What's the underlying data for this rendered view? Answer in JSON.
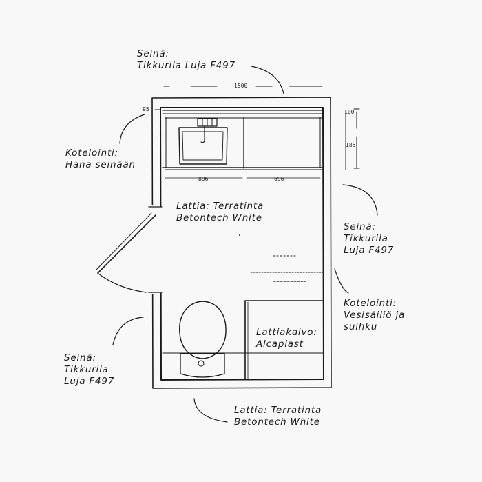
{
  "labels": {
    "wall_top": [
      "Seinä:",
      "Tikkurila Luja F497"
    ],
    "casing_faucet": [
      "Kotelointi:",
      "Hana seinään"
    ],
    "floor_main": [
      "Lattia: Terratinta",
      "Betontech White"
    ],
    "wall_right": [
      "Seinä:",
      "Tikkurila",
      "Luja F497"
    ],
    "casing_tank": [
      "Kotelointi:",
      "Vesisäiliö ja",
      "suihku"
    ],
    "floor_drain": [
      "Lattiakaivo:",
      "Alcaplast"
    ],
    "wall_left": [
      "Seinä:",
      "Tikkurila",
      "Luja F497"
    ],
    "floor_bottom": [
      "Lattia: Terratinta",
      "Betontech White"
    ]
  },
  "dimensions": {
    "overall_width": "1500",
    "counter_left": "896",
    "counter_right": "696",
    "left_wall": "95",
    "right_top": "100",
    "right_mid": "185"
  },
  "colors": {
    "ink": "#1a1a1a",
    "paper": "#f9f8f8"
  }
}
